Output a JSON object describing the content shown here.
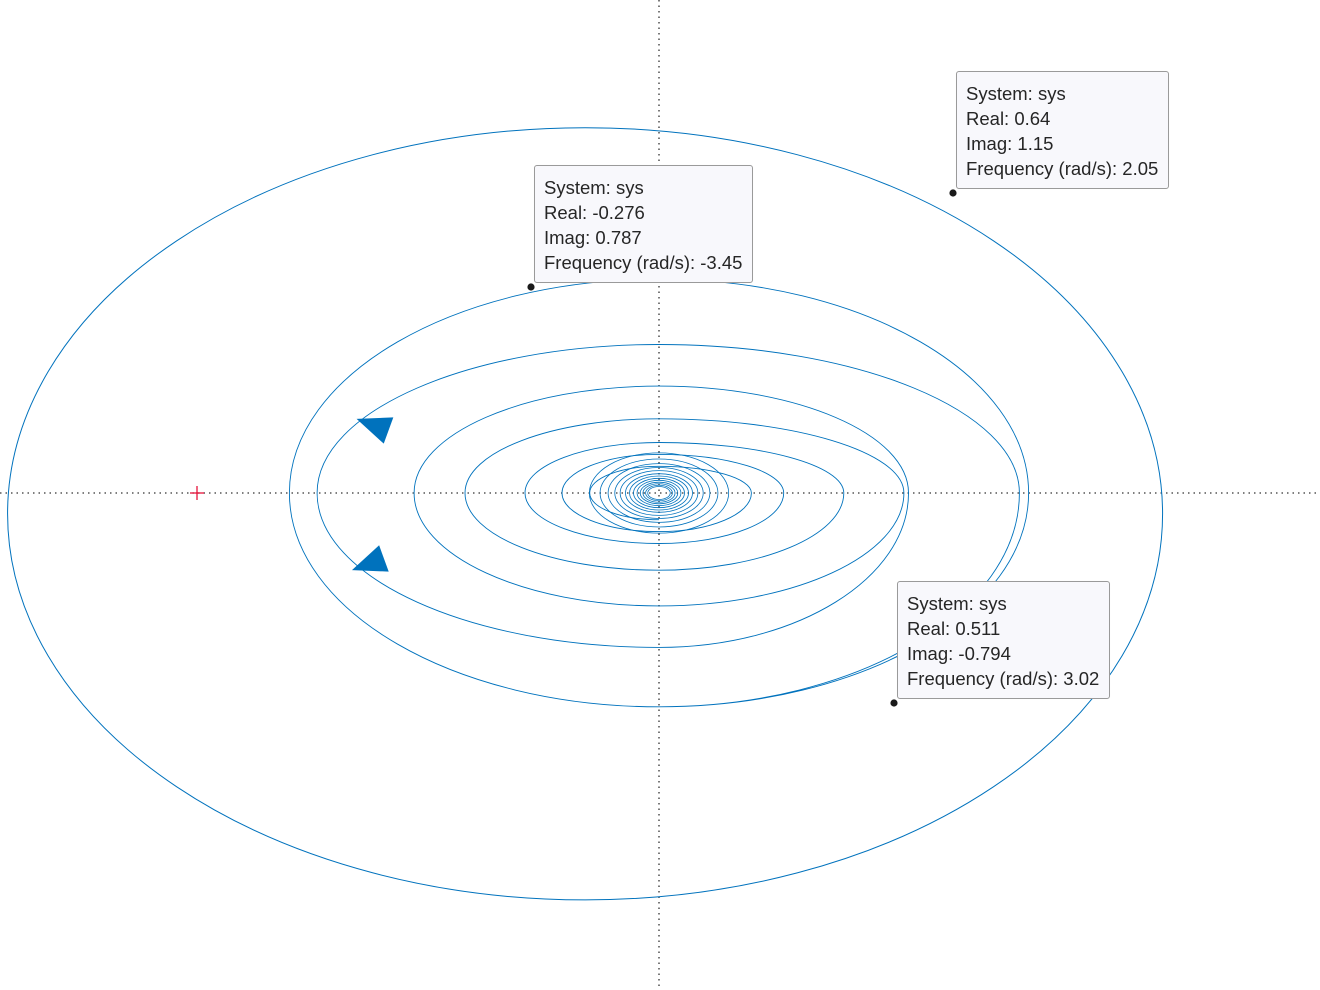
{
  "chart_data": {
    "type": "line",
    "title": "",
    "xlabel": "",
    "ylabel": "",
    "xlim": [
      -1.45,
      1.45
    ],
    "ylim": [
      -1.05,
      1.05
    ],
    "grid": false,
    "series": [
      {
        "style": "nyquist-spiral",
        "x": [
          0.0,
          0.8,
          0.0,
          -0.8,
          0.0,
          0.78,
          0.0,
          -0.74,
          0.0,
          0.54,
          0.0,
          -0.53,
          0.0,
          0.53,
          0.0,
          -0.42,
          0.0,
          0.4,
          0.0,
          -0.29,
          0.0,
          0.27,
          0.0,
          -0.21,
          0.0,
          0.2,
          0.0,
          -0.15,
          0.0
        ],
        "y": [
          -0.72,
          0.0,
          0.72,
          0.0,
          -0.72,
          0.0,
          0.5,
          0.0,
          -0.52,
          0.0,
          0.36,
          0.0,
          -0.38,
          0.0,
          0.25,
          0.0,
          -0.26,
          0.0,
          0.17,
          0.0,
          -0.17,
          0.0,
          0.13,
          0.0,
          -0.13,
          0.0,
          0.09,
          0.0,
          -0.09
        ]
      }
    ],
    "reference_lines": [
      "x = 0",
      "y = 0"
    ],
    "critical_point": {
      "x": -1,
      "y": 0,
      "marker": "+"
    },
    "datatips": [
      {
        "label_system": "System: sys",
        "label_real": "Real: 0.64",
        "label_imag": "Imag: 1.15",
        "label_freq": "Frequency (rad/s): 2.05",
        "real": 0.64,
        "imag": 1.15,
        "frequency": 2.05
      },
      {
        "label_system": "System: sys",
        "label_real": "Real: -0.276",
        "label_imag": "Imag: 0.787",
        "label_freq": "Frequency (rad/s): -3.45",
        "real": -0.276,
        "imag": 0.787,
        "frequency": -3.45
      },
      {
        "label_system": "System: sys",
        "label_real": "Real: 0.511",
        "label_imag": "Imag: -0.794",
        "label_freq": "Frequency (rad/s): 3.02",
        "real": 0.511,
        "imag": -0.794,
        "frequency": 3.02
      }
    ],
    "colors": {
      "curve": "#0072bd",
      "arrow": "#0072bd",
      "axis": "#333333",
      "critical": "#e4002b",
      "marker": "#1a1a1a"
    }
  }
}
